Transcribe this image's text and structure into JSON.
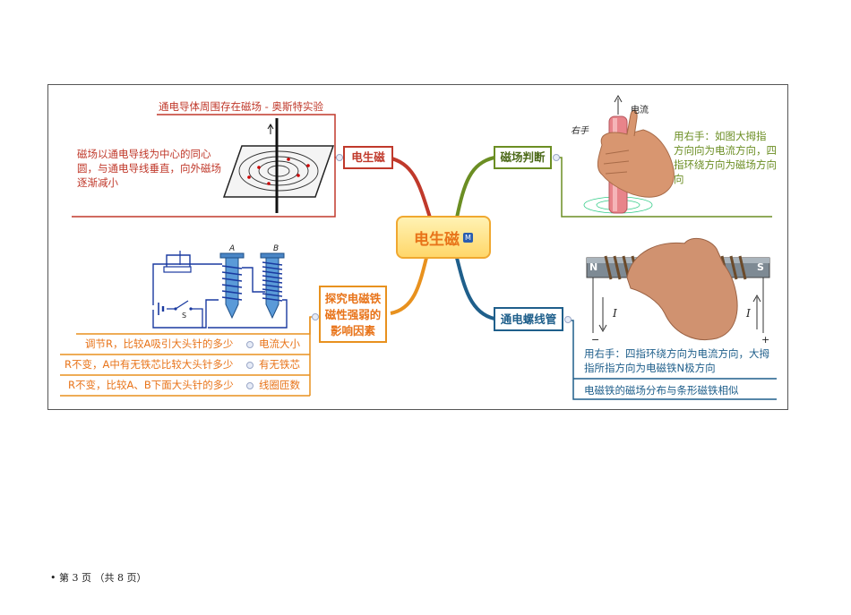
{
  "center": {
    "title": "电生磁",
    "badge": "M"
  },
  "branches": {
    "dianshengci": {
      "label": "电生磁",
      "color": "#c0392b",
      "header": "通电导体周围存在磁场 - 奥斯特实验",
      "note": [
        "磁场以通电导线为中心的同心",
        "圆，与通电导线垂直，向外磁场",
        "逐渐减小"
      ]
    },
    "cichangpanduan": {
      "label": "磁场判断",
      "color": "#6b8e23",
      "image_labels": {
        "hand": "右手",
        "current": "电流"
      },
      "note": [
        "用右手：如图大拇指",
        "方向向为电流方向，四",
        "指环绕方向为磁场方向",
        "向"
      ]
    },
    "tansuo": {
      "label": [
        "探究电磁铁",
        "磁性强弱的",
        "影响因素"
      ],
      "color": "#e8911e",
      "image_labels": {
        "a": "A",
        "b": "B",
        "s": "S"
      },
      "items": [
        {
          "text": "调节R，比较A吸引大头针的多少",
          "factor": "电流大小"
        },
        {
          "text": "R不变，A中有无铁芯比较大头针多少",
          "factor": "有无铁芯"
        },
        {
          "text": "R不变，比较A、B下面大头针的多少",
          "factor": "线圈匝数"
        }
      ]
    },
    "luoxianguan": {
      "label": "通电螺线管",
      "color": "#1f5f8b",
      "image_labels": {
        "n": "N",
        "s": "S",
        "i_left": "I",
        "i_right": "I",
        "minus": "−",
        "plus": "+"
      },
      "note": [
        "用右手：四指环绕方向为电流方向，大拇",
        "指所指方向为电磁铁N极方向"
      ],
      "note2": "电磁铁的磁场分布与条形磁铁相似"
    }
  },
  "footer": "• 第 3 页 （共 8 页）"
}
